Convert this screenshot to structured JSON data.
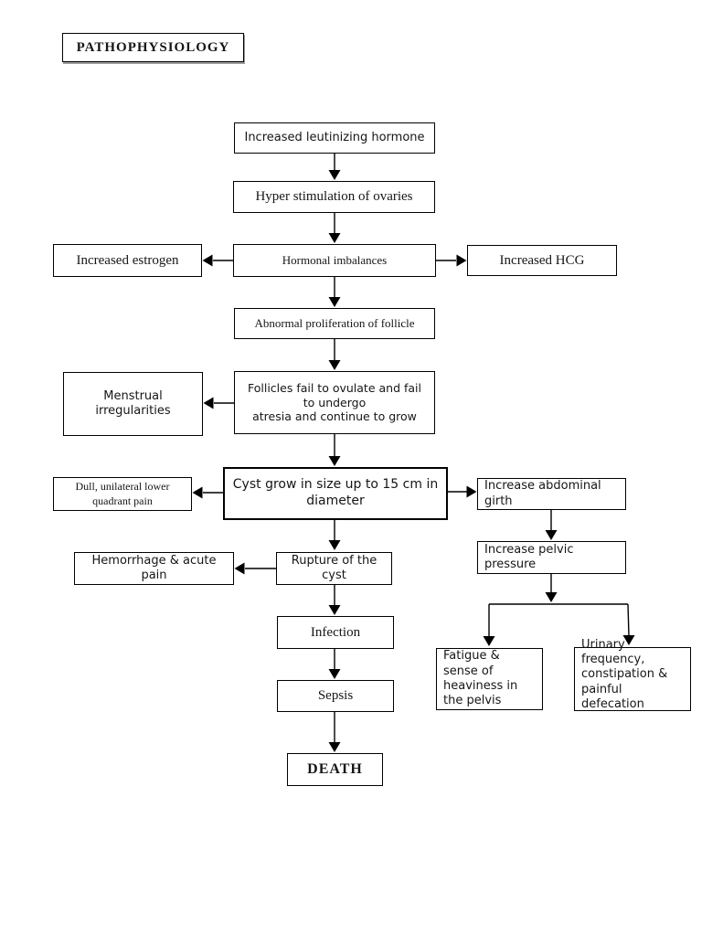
{
  "title": {
    "label": "PATHOPHYSIOLOGY"
  },
  "colors": {
    "background": "#ffffff",
    "box_border": "#000000",
    "connector": "#000000",
    "text": "#161616"
  },
  "nodes": {
    "increased_lh": {
      "label": "Increased leutinizing hormone"
    },
    "hyper_stimulation": {
      "label": "Hyper stimulation of ovaries"
    },
    "increased_estrogen": {
      "label": "Increased estrogen"
    },
    "hormonal_imbalances": {
      "label": "Hormonal imbalances"
    },
    "increased_hcg": {
      "label": "Increased HCG"
    },
    "abnormal_proliferation": {
      "label": "Abnormal proliferation of follicle"
    },
    "menstrual_irregularities": {
      "label": "Menstrual\nirregularities"
    },
    "follicles_fail": {
      "label": "Follicles fail to ovulate and fail\nto undergo\natresia and continue to grow"
    },
    "dull_pain": {
      "label": "Dull, unilateral lower\nquadrant pain"
    },
    "cyst_grow": {
      "label": "Cyst grow in size up to 15 cm in\ndiameter"
    },
    "abdominal_girth": {
      "label": "Increase abdominal\ngirth"
    },
    "hemorrhage": {
      "label": "Hemorrhage & acute\npain"
    },
    "rupture": {
      "label": "Rupture of the\ncyst"
    },
    "pelvic_pressure": {
      "label": "Increase pelvic\npressure"
    },
    "infection": {
      "label": "Infection"
    },
    "fatigue": {
      "label": "Fatigue &\nsense of\nheaviness in\nthe pelvis"
    },
    "urinary": {
      "label": "Urinary\nfrequency,\nconstipation &\npainful\ndefecation"
    },
    "sepsis": {
      "label": "Sepsis"
    },
    "death": {
      "label": "DEATH"
    }
  },
  "edges": [
    {
      "from": "increased_lh",
      "to": "hyper_stimulation"
    },
    {
      "from": "hyper_stimulation",
      "to": "hormonal_imbalances"
    },
    {
      "from": "hormonal_imbalances",
      "to": "increased_estrogen"
    },
    {
      "from": "hormonal_imbalances",
      "to": "increased_hcg"
    },
    {
      "from": "hormonal_imbalances",
      "to": "abnormal_proliferation"
    },
    {
      "from": "abnormal_proliferation",
      "to": "follicles_fail"
    },
    {
      "from": "follicles_fail",
      "to": "menstrual_irregularities"
    },
    {
      "from": "follicles_fail",
      "to": "cyst_grow"
    },
    {
      "from": "cyst_grow",
      "to": "dull_pain"
    },
    {
      "from": "cyst_grow",
      "to": "abdominal_girth"
    },
    {
      "from": "cyst_grow",
      "to": "rupture"
    },
    {
      "from": "rupture",
      "to": "hemorrhage"
    },
    {
      "from": "rupture",
      "to": "infection"
    },
    {
      "from": "abdominal_girth",
      "to": "pelvic_pressure"
    },
    {
      "from": "pelvic_pressure",
      "to": "fatigue"
    },
    {
      "from": "pelvic_pressure",
      "to": "urinary"
    },
    {
      "from": "infection",
      "to": "sepsis"
    },
    {
      "from": "sepsis",
      "to": "death"
    }
  ]
}
